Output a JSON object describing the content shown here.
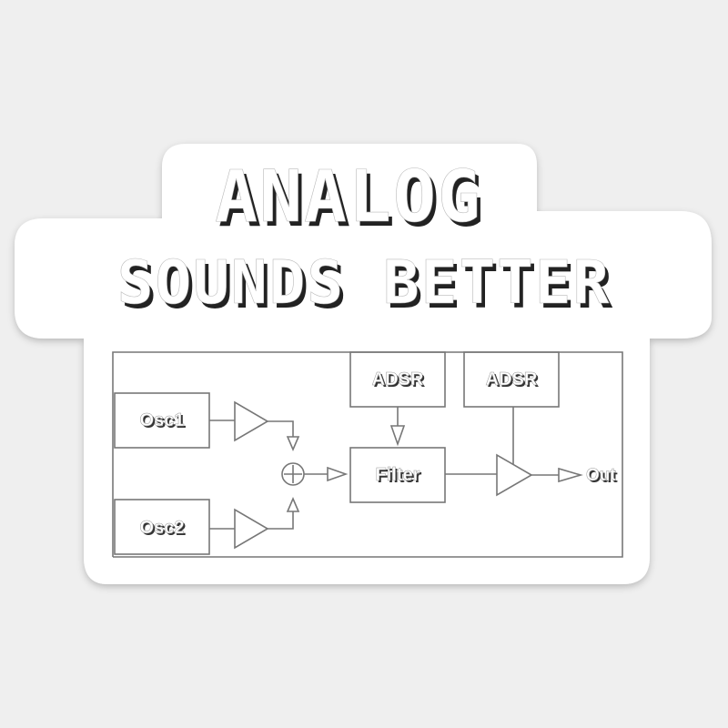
{
  "sticker": {
    "title_line1": "ANALOG",
    "title_line2": "SOUNDS BETTER"
  },
  "diagram": {
    "blocks": {
      "osc1": "Osc1",
      "osc2": "Osc2",
      "filter": "Filter",
      "adsr_filter": "ADSR",
      "adsr_amp": "ADSR",
      "output": "Out"
    }
  },
  "colors": {
    "background": "#efefef",
    "sticker": "#ffffff",
    "ink_shadow": "#222222",
    "ink_face": "#ffffff",
    "line": "#777777"
  }
}
